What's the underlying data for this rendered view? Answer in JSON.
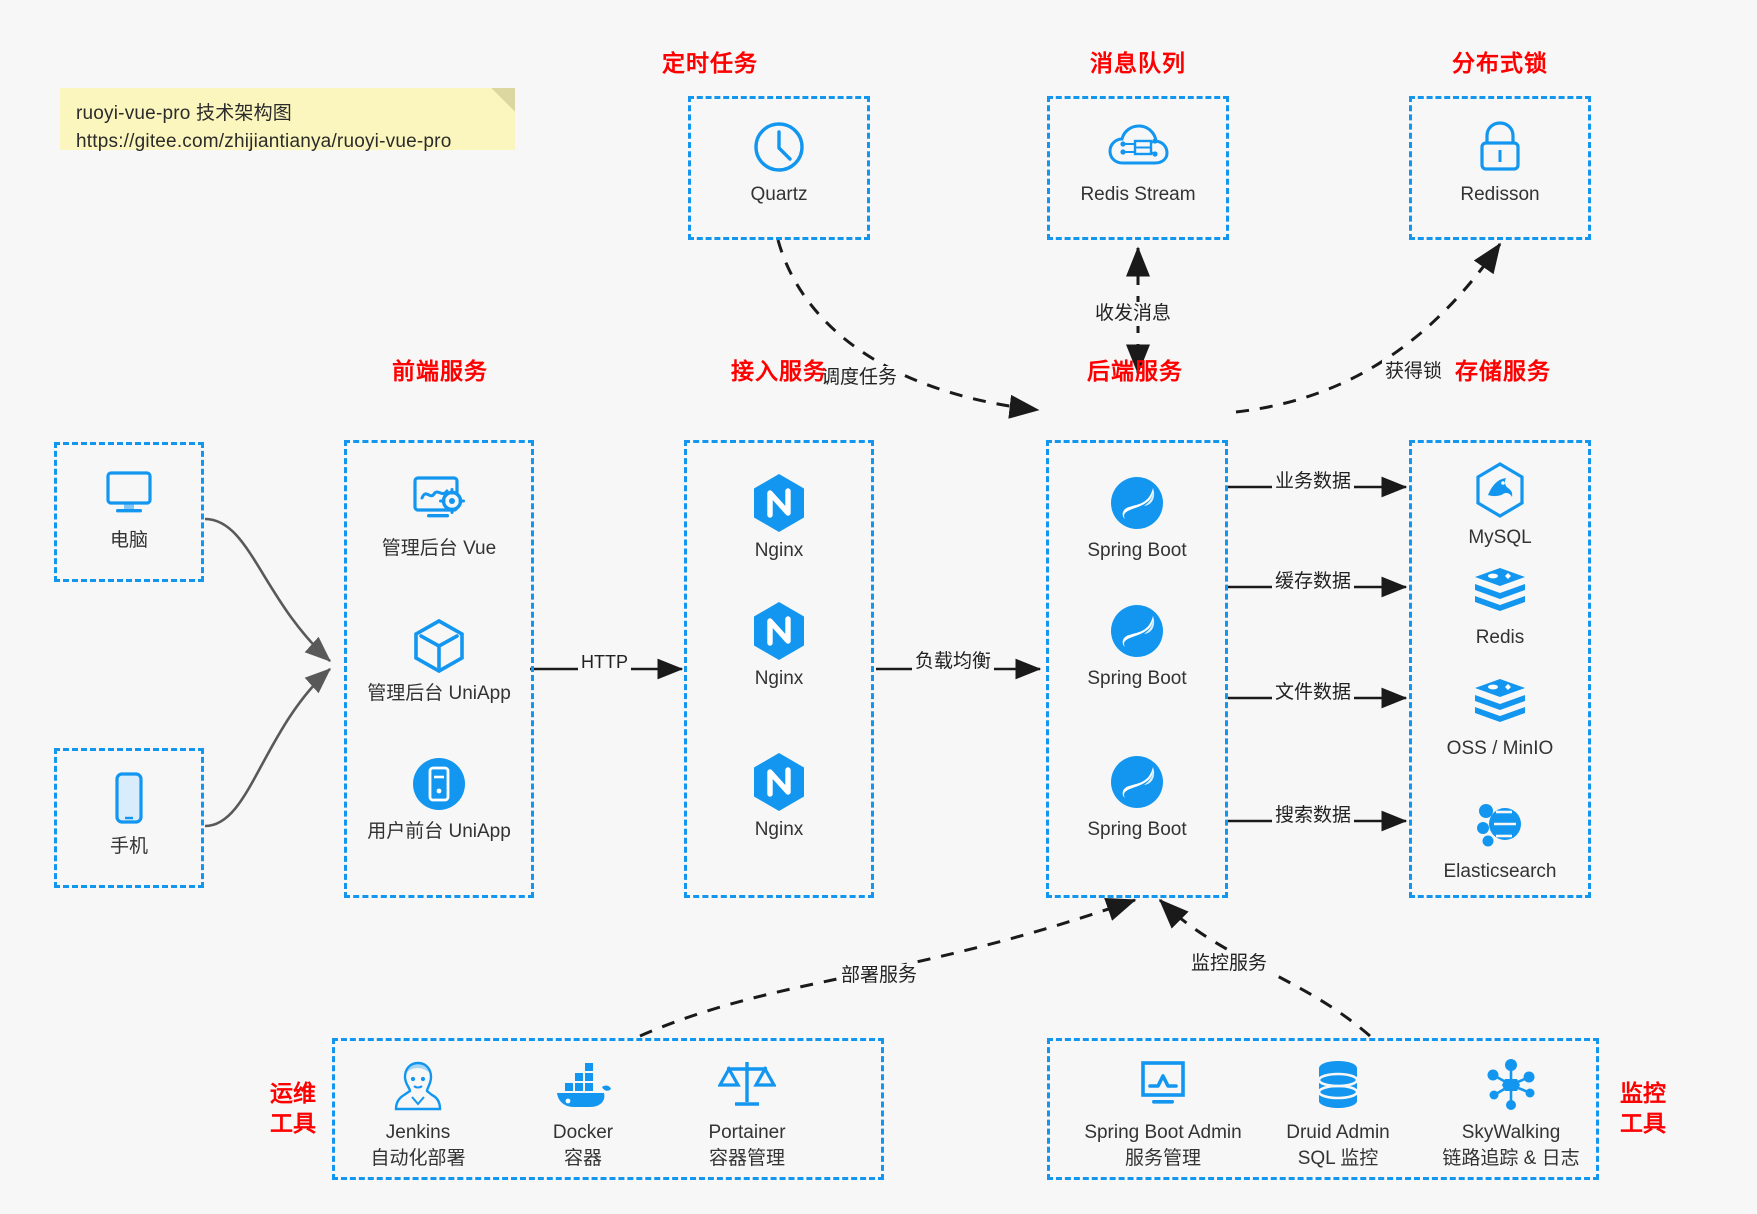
{
  "note": {
    "line1": "ruoyi-vue-pro 技术架构图",
    "line2": "https://gitee.com/zhijiantianya/ruoyi-vue-pro"
  },
  "colors": {
    "accent": "#1296f0",
    "heading": "#ff0000",
    "background": "#f7f7f7",
    "note_bg": "#fbf6bd",
    "connector_gray": "#595959",
    "connector_black": "#1a1a1a"
  },
  "groups": {
    "scheduler": {
      "title": "定时任务",
      "items": [
        {
          "label": "Quartz",
          "icon": "clock-icon"
        }
      ]
    },
    "mq": {
      "title": "消息队列",
      "items": [
        {
          "label": "Redis Stream",
          "icon": "cloud-stream-icon"
        }
      ]
    },
    "lock": {
      "title": "分布式锁",
      "items": [
        {
          "label": "Redisson",
          "icon": "lock-icon"
        }
      ]
    },
    "clients": {
      "items": [
        {
          "label": "电脑",
          "icon": "desktop-icon"
        },
        {
          "label": "手机",
          "icon": "mobile-icon"
        }
      ]
    },
    "frontend": {
      "title": "前端服务",
      "items": [
        {
          "label": "管理后台 Vue",
          "icon": "dashboard-gear-icon"
        },
        {
          "label": "管理后台 UniApp",
          "icon": "cube-icon"
        },
        {
          "label": "用户前台 UniApp",
          "icon": "app-icon"
        }
      ]
    },
    "gateway": {
      "title": "接入服务",
      "items": [
        {
          "label": "Nginx",
          "icon": "nginx-icon"
        },
        {
          "label": "Nginx",
          "icon": "nginx-icon"
        },
        {
          "label": "Nginx",
          "icon": "nginx-icon"
        }
      ]
    },
    "backend": {
      "title": "后端服务",
      "items": [
        {
          "label": "Spring Boot",
          "icon": "spring-boot-icon"
        },
        {
          "label": "Spring Boot",
          "icon": "spring-boot-icon"
        },
        {
          "label": "Spring Boot",
          "icon": "spring-boot-icon"
        }
      ]
    },
    "storage": {
      "title": "存储服务",
      "items": [
        {
          "label": "MySQL",
          "icon": "mysql-icon"
        },
        {
          "label": "Redis",
          "icon": "redis-icon"
        },
        {
          "label": "OSS / MinIO",
          "icon": "oss-icon"
        },
        {
          "label": "Elasticsearch",
          "icon": "elasticsearch-icon"
        }
      ]
    },
    "devops": {
      "title_line1": "运维",
      "title_line2": "工具",
      "items": [
        {
          "label": "Jenkins",
          "sub": "自动化部署",
          "icon": "jenkins-icon"
        },
        {
          "label": "Docker",
          "sub": "容器",
          "icon": "docker-icon"
        },
        {
          "label": "Portainer",
          "sub": "容器管理",
          "icon": "scales-icon"
        }
      ]
    },
    "monitor": {
      "title_line1": "监控",
      "title_line2": "工具",
      "items": [
        {
          "label": "Spring Boot Admin",
          "sub": "服务管理",
          "icon": "monitor-chart-icon"
        },
        {
          "label": "Druid Admin",
          "sub": "SQL 监控",
          "icon": "database-icon"
        },
        {
          "label": "SkyWalking",
          "sub": "链路追踪 & 日志",
          "icon": "skywalking-icon"
        }
      ]
    }
  },
  "edges": {
    "schedule_task": "调度任务",
    "send_receive_message": "收发消息",
    "acquire_lock": "获得锁",
    "http": "HTTP",
    "load_balance": "负载均衡",
    "business_data": "业务数据",
    "cache_data": "缓存数据",
    "file_data": "文件数据",
    "search_data": "搜索数据",
    "deploy_service": "部署服务",
    "monitor_service": "监控服务"
  }
}
